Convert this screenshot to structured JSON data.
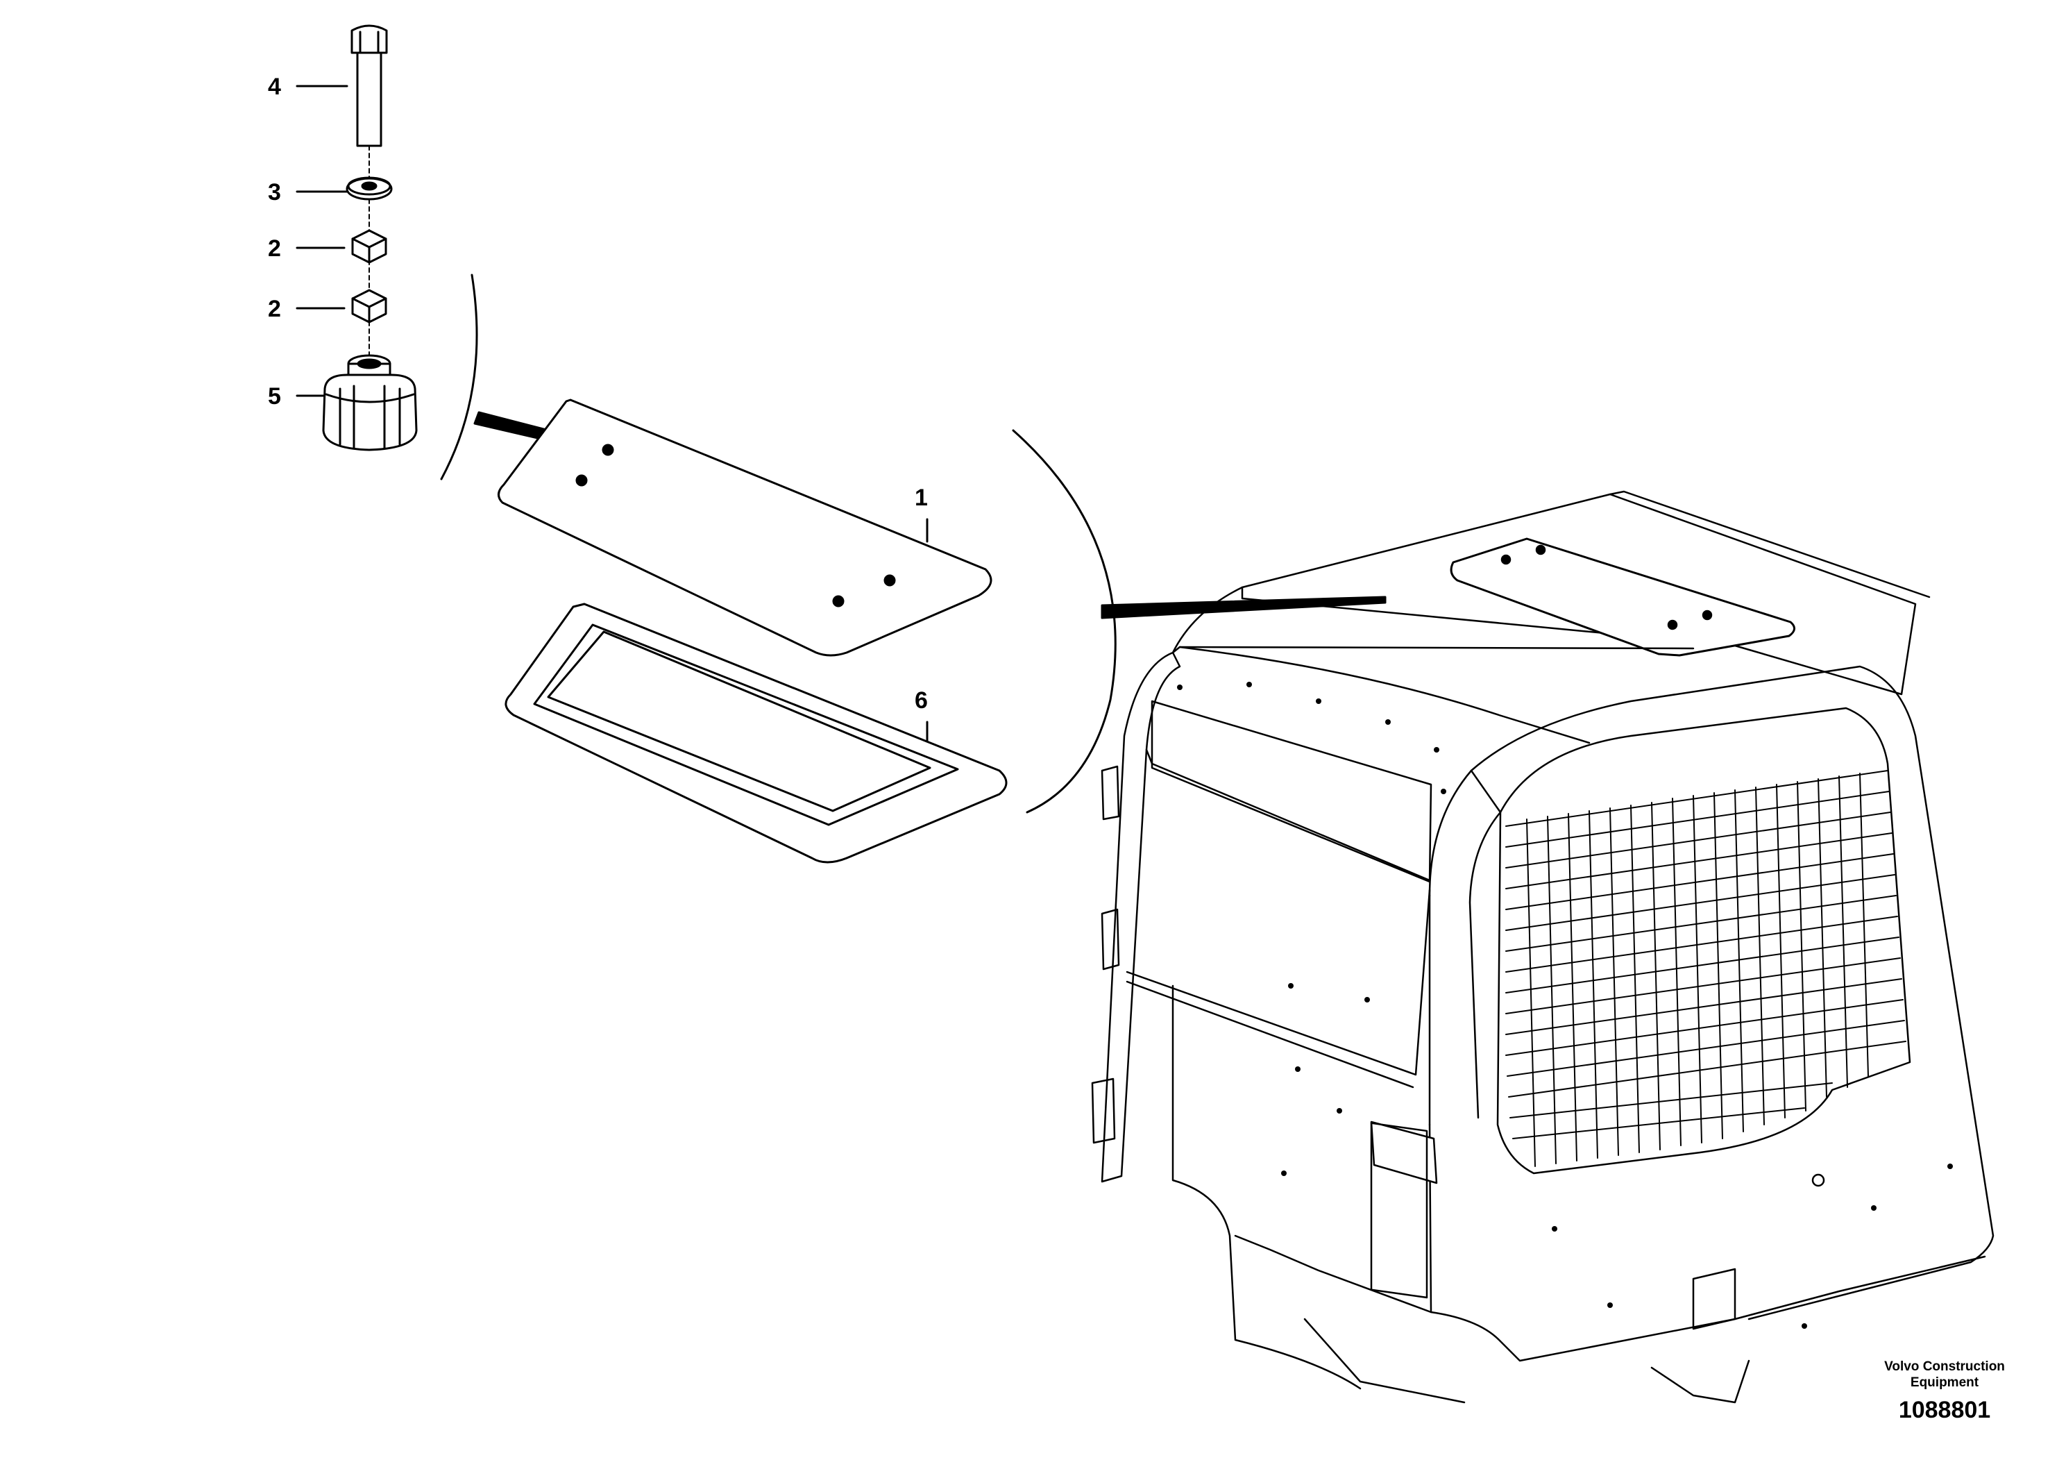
{
  "callouts": {
    "bolt": "4",
    "washer": "3",
    "nut_upper": "2",
    "nut_lower": "2",
    "knob": "5",
    "cover_plate": "1",
    "gasket": "6"
  },
  "footer": {
    "brand": "Volvo Construction Equipment",
    "drawing_number": "1088801"
  }
}
